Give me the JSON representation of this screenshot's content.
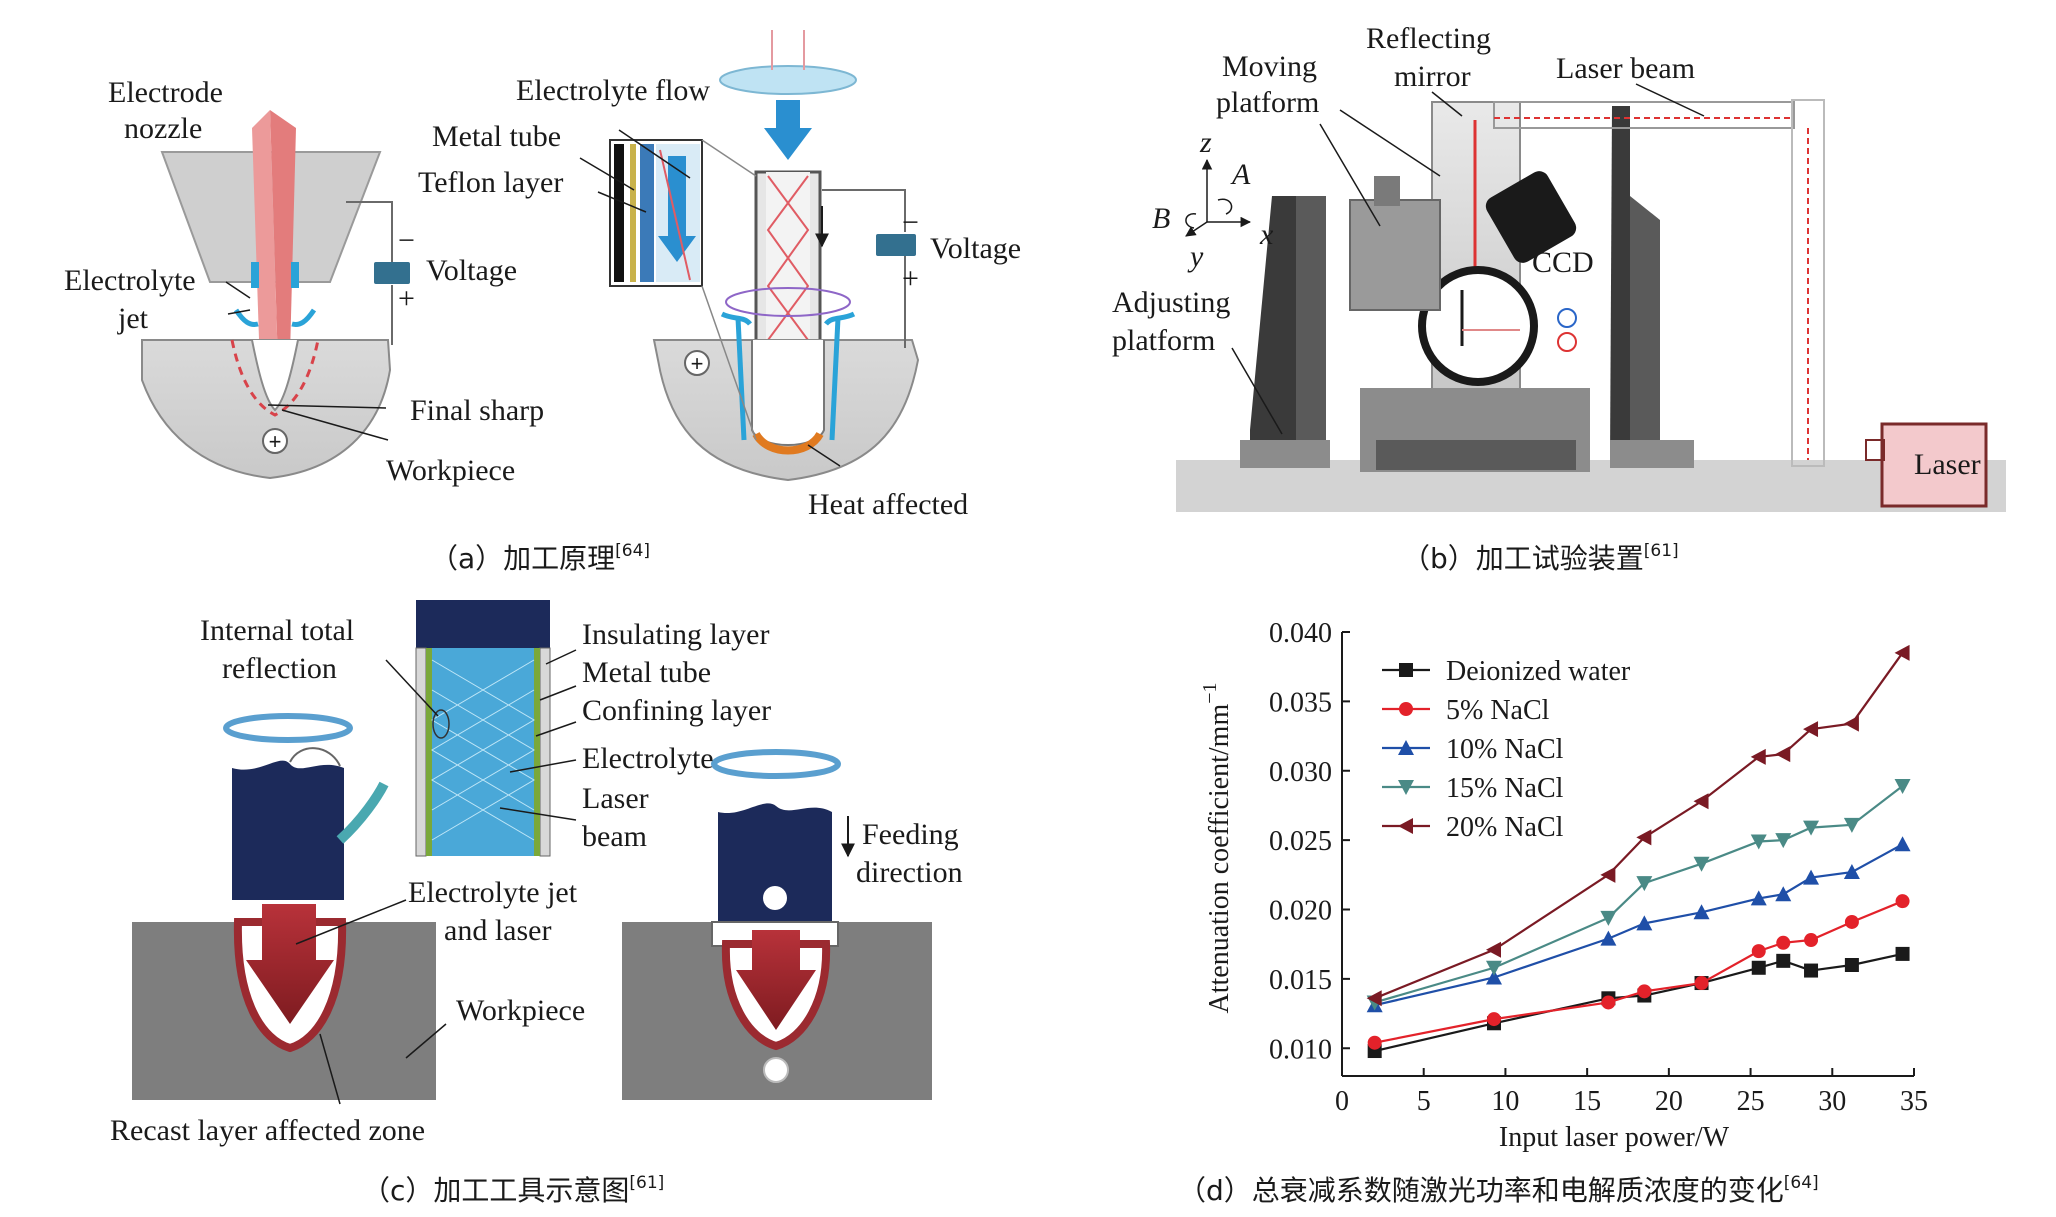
{
  "panel_a": {
    "caption_text": "（a）加工原理",
    "caption_ref": "[64]",
    "labels": {
      "electrode": "Electrode",
      "nozzle": "nozzle",
      "electrolyte_flow": "Electrolyte flow",
      "metal_tube": "Metal tube",
      "teflon_layer": "Teflon layer",
      "electrolyte": "Electrolyte",
      "jet": "jet",
      "voltage_left": "Voltage",
      "voltage_right": "Voltage",
      "final_sharp": "Final sharp",
      "workpiece": "Workpiece",
      "heat_affected": "Heat affected",
      "minus": "−",
      "plus": "+"
    }
  },
  "panel_b": {
    "caption_text": "（b）加工试验装置",
    "caption_ref": "[61]",
    "labels": {
      "moving": "Moving",
      "platform": "platform",
      "reflecting": "Reflecting",
      "mirror": "mirror",
      "laser_beam": "Laser beam",
      "ccd": "CCD",
      "adjusting": "Adjusting",
      "platform2": "platform",
      "laser": "Laser",
      "axis_z": "z",
      "axis_a": "A",
      "axis_b": "B",
      "axis_y": "y",
      "axis_x": "x"
    }
  },
  "panel_c": {
    "caption_text": "（c）加工工具示意图",
    "caption_ref": "[61]",
    "labels": {
      "internal_total": "Internal total",
      "reflection": "reflection",
      "insulating_layer": "Insulating layer",
      "metal_tube": "Metal tube",
      "confining_layer": "Confining layer",
      "electrolyte": "Electrolyte",
      "laser": "Laser",
      "beam": "beam",
      "feeding": "Feeding",
      "direction": "direction",
      "electrolyte_jet": "Electrolyte jet",
      "and_laser": "and laser",
      "workpiece": "Workpiece",
      "recast": "Recast layer affected zone"
    }
  },
  "panel_d": {
    "caption_text": "（d）总衰减系数随激光功率和电解质浓度的变化",
    "caption_ref": "[64]"
  },
  "chart_data": {
    "type": "line",
    "xlabel": "Input laser power/W",
    "ylabel": "Attenuation coefficient/mm",
    "ylabel_sup": "−1",
    "xlim": [
      0,
      35
    ],
    "ylim": [
      0.008,
      0.04
    ],
    "xticks": [
      0,
      5,
      10,
      15,
      20,
      25,
      30,
      35
    ],
    "yticks": [
      0.01,
      0.015,
      0.02,
      0.025,
      0.03,
      0.035,
      0.04
    ],
    "ytick_labels": [
      "0.010",
      "0.015",
      "0.020",
      "0.025",
      "0.030",
      "0.035",
      "0.040"
    ],
    "legend_position": "top-left",
    "grid": false,
    "series": [
      {
        "name": "Deionized water",
        "marker": "square",
        "color": "#1a1a1a",
        "x": [
          2,
          9.3,
          16.3,
          18.5,
          22,
          25.5,
          27,
          28.7,
          31.2,
          34.3
        ],
        "y": [
          0.0098,
          0.0118,
          0.0136,
          0.0138,
          0.0147,
          0.0158,
          0.0163,
          0.0156,
          0.016,
          0.0168
        ]
      },
      {
        "name": "5% NaCl",
        "marker": "circle",
        "color": "#e3222a",
        "x": [
          2,
          9.3,
          16.3,
          18.5,
          22,
          25.5,
          27,
          28.7,
          31.2,
          34.3
        ],
        "y": [
          0.0104,
          0.0121,
          0.0133,
          0.0141,
          0.0147,
          0.017,
          0.0176,
          0.0178,
          0.0191,
          0.0206
        ]
      },
      {
        "name": "10% NaCl",
        "marker": "triangle-up",
        "color": "#1f4fa8",
        "x": [
          2,
          9.3,
          16.3,
          18.5,
          22,
          25.5,
          27,
          28.7,
          31.2,
          34.3
        ],
        "y": [
          0.0131,
          0.0151,
          0.0179,
          0.019,
          0.0198,
          0.0208,
          0.0211,
          0.0223,
          0.0227,
          0.0247
        ]
      },
      {
        "name": "15% NaCl",
        "marker": "triangle-down",
        "color": "#4a8a86",
        "x": [
          2,
          9.3,
          16.3,
          18.5,
          22,
          25.5,
          27,
          28.7,
          31.2,
          34.3
        ],
        "y": [
          0.0133,
          0.0158,
          0.0194,
          0.0219,
          0.0233,
          0.0249,
          0.025,
          0.0259,
          0.0261,
          0.0289
        ]
      },
      {
        "name": "20% NaCl",
        "marker": "triangle-left",
        "color": "#7a1a24",
        "x": [
          2,
          9.3,
          16.3,
          18.5,
          22,
          25.5,
          27,
          28.7,
          31.2,
          34.3
        ],
        "y": [
          0.0136,
          0.0171,
          0.0225,
          0.0252,
          0.0278,
          0.031,
          0.0312,
          0.033,
          0.0334,
          0.0385
        ]
      }
    ]
  }
}
